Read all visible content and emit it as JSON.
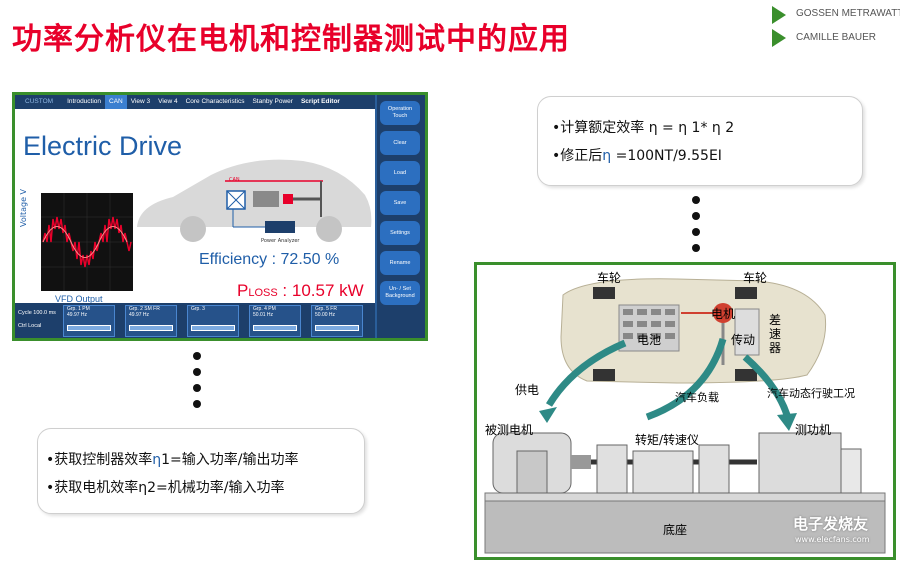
{
  "slide": {
    "title": "功率分析仪在电机和控制器测试中的应用",
    "logo": {
      "line1": "GOSSEN METRAWATT",
      "line2": "CAMILLE BAUER",
      "accent": "#3a8f2c"
    }
  },
  "screen": {
    "tabs": [
      "CUSTOM",
      "Introduction",
      "CAN",
      "View 3",
      "View 4",
      "Core Characteristics",
      "Stanby Power",
      "Script Editor"
    ],
    "active_tab": "CAN",
    "heading": "Electric Drive",
    "y_axis_label": "Voltage V",
    "scope_label": "VFD Output",
    "efficiency_text": "Efficiency : 72.50 %",
    "ploss_prefix": "P",
    "ploss_sub": "LOSS",
    "ploss_value": " : 10.57 kW",
    "can_label": "CAN",
    "power_analyzer_label": "Power Analyzer",
    "side_buttons": [
      {
        "line1": "Operation",
        "line2": "Touch"
      },
      {
        "line1": "Clear",
        "line2": ""
      },
      {
        "line1": "Load",
        "line2": ""
      },
      {
        "line1": "Save",
        "line2": ""
      },
      {
        "line1": "Settings",
        "line2": ""
      },
      {
        "line1": "Rename",
        "line2": ""
      },
      {
        "line1": "Un- / Set",
        "line2": "Background"
      }
    ],
    "status": {
      "cycle_label": "Cycle",
      "cycle_value": "100.0 ms",
      "ctrl_label": "Ctrl",
      "ctrl_value": "Local"
    },
    "groups": [
      {
        "name": "Grp. 1 PM",
        "freq": "49.97 Hz"
      },
      {
        "name": "Grp. 2 SM FR",
        "freq": "49.97 Hz"
      },
      {
        "name": "Grp. 3",
        "freq": ""
      },
      {
        "name": "Grp. 4 PM",
        "freq": "50.01 Hz"
      },
      {
        "name": "Grp. 5 FR",
        "freq": "50.00 Hz"
      }
    ]
  },
  "info_top": {
    "line1": "•计算额定效率 η = η 1* η 2",
    "line2_prefix": "•修正后",
    "line2_eta": "η",
    "line2_rest": " =100NT/9.55EI"
  },
  "info_bottom": {
    "line1_prefix": "•获取控制器效率",
    "line1_eta": "η",
    "line1_rest": "1=输入功率/输出功率",
    "line2": "•获取电机效率η2=机械功率/输入功率"
  },
  "diagram": {
    "labels": {
      "wheel_left": "车轮",
      "wheel_right": "车轮",
      "battery": "电池",
      "motor": "电机",
      "transmission": "传动",
      "differential": "差\n速\n器",
      "power_supply": "供电",
      "vehicle_load": "汽车负载",
      "driving_conditions": "汽车动态行驶工况",
      "motor_under_test": "被测电机",
      "torque_meter": "转矩/转速仪",
      "dynamometer": "测功机",
      "base": "底座",
      "watermark_cn": "电子发烧友",
      "watermark_url": "www.elecfans.com"
    }
  }
}
